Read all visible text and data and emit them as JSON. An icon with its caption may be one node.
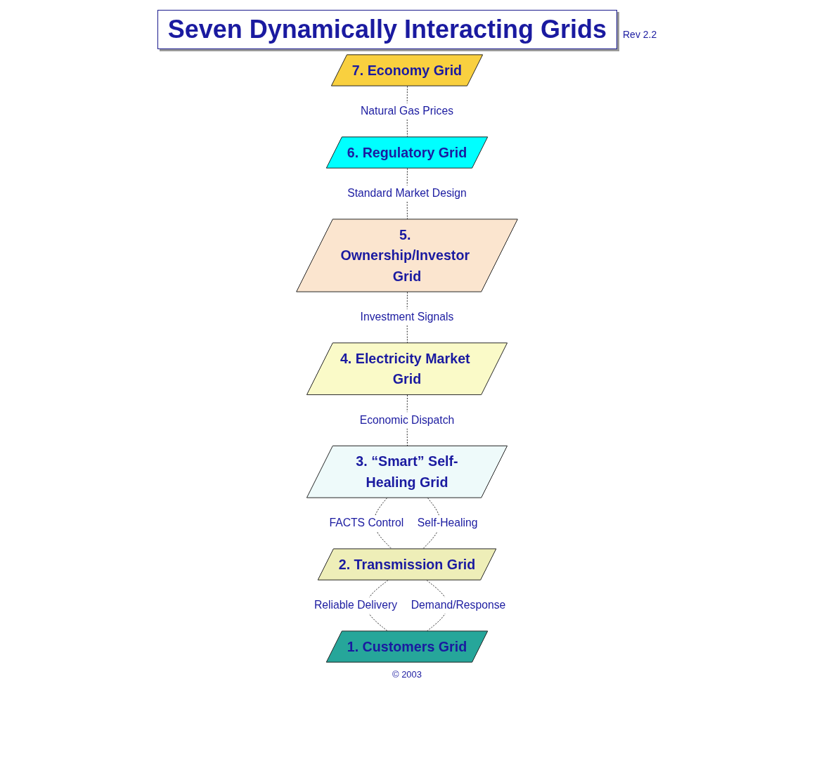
{
  "diagram": {
    "title": "Seven Dynamically Interacting Grids",
    "nodes": [
      {
        "text": [
          "7. Economy Grid"
        ]
      },
      {
        "text": [
          "6. Regulatory Grid"
        ]
      },
      {
        "text": [
          "5. Ownership/Investor Grid"
        ]
      },
      {
        "text": [
          "4. Electricity Market Grid"
        ]
      },
      {
        "text": [
          "3. “Smart” Self-Healing Grid"
        ]
      },
      {
        "text": [
          "2. Transmission Grid"
        ]
      },
      {
        "text": [
          "1. Customers Grid"
        ]
      }
    ],
    "edges": [
      {
        "from": 0,
        "to": 1,
        "arrow": "none",
        "style": "dashed",
        "label": "Natural Gas Prices"
      },
      {
        "from": 1,
        "to": 2,
        "arrow": "none",
        "style": "dashed",
        "label": "Standard Market Design"
      },
      {
        "from": 2,
        "to": 3,
        "arrow": "none",
        "style": "dashed",
        "label": "Investment Signals"
      },
      {
        "from": 3,
        "to": 4,
        "arrow": "none",
        "style": "dashed",
        "label": "Economic Dispatch"
      },
      {
        "from": 4,
        "to": 5,
        "arrow": "none",
        "style": "dashed",
        "label": "FACTS Control"
      },
      {
        "from": 4,
        "to": 5,
        "arrow": "none",
        "style": "dashed",
        "label": "Self-Healing"
      },
      {
        "from": 5,
        "to": 6,
        "arrow": "none",
        "style": "dashed",
        "label": "Reliable Delivery"
      },
      {
        "from": 5,
        "to": 6,
        "arrow": "none",
        "style": "dashed",
        "label": "Demand/Response"
      }
    ],
    "labels": [
      "Rev 2.2",
      "© 2003"
    ]
  }
}
